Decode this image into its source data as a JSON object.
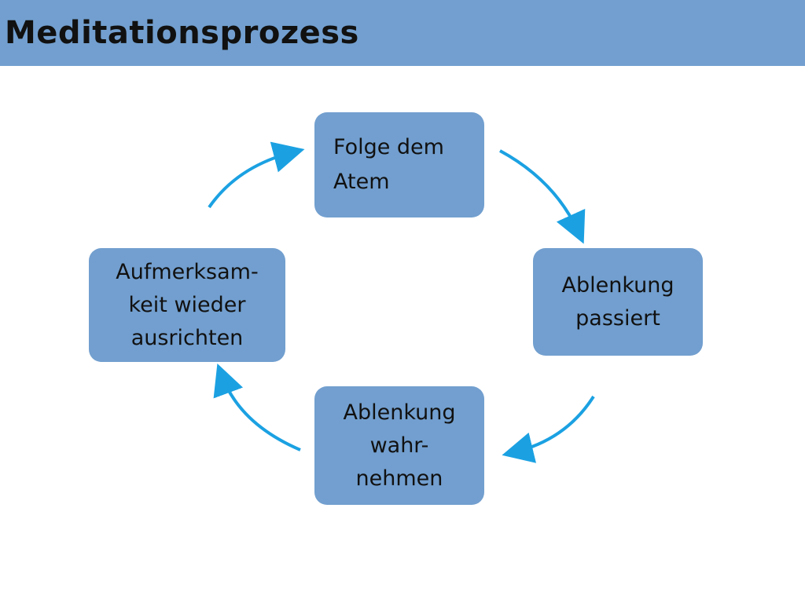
{
  "slide": {
    "title": "Meditationsprozess"
  },
  "cycle": {
    "steps": [
      {
        "label": "Folge dem\nAtem"
      },
      {
        "label": "Ablenkung\npassiert"
      },
      {
        "label": "Ablenkung\nwahr-\nnehmen"
      },
      {
        "label": "Aufmerksam-\nkeit wieder\nausrichten"
      }
    ],
    "arrow_color": "#1ba1e2",
    "box_color": "#729fcf"
  }
}
